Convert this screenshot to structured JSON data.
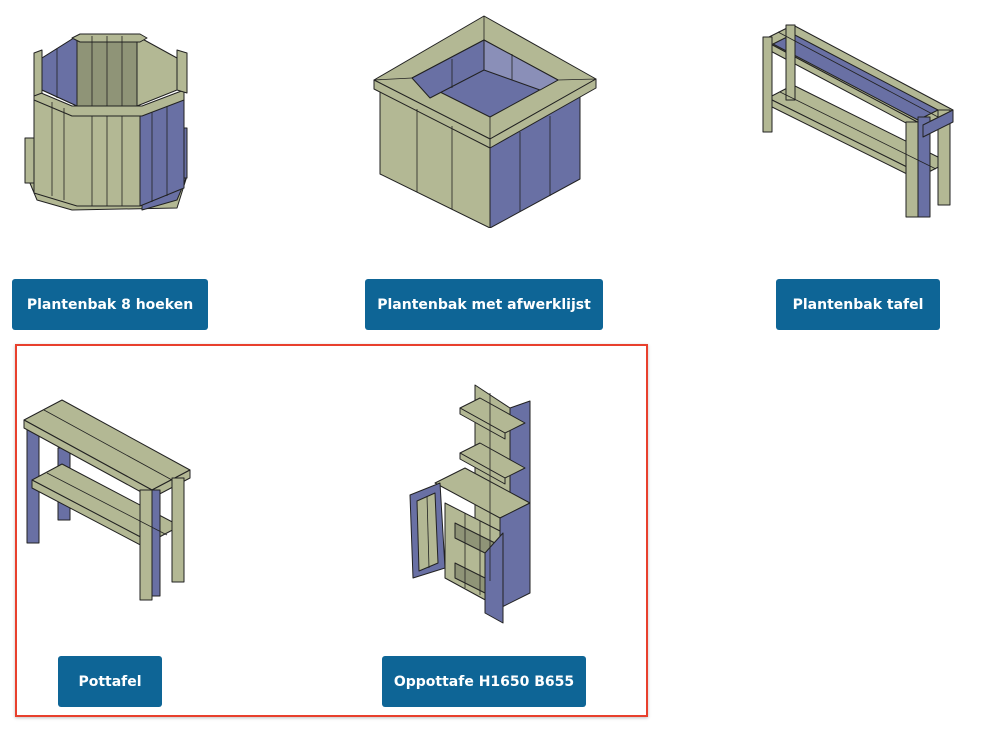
{
  "colors": {
    "wood_light": "#b3b894",
    "wood_blue": "#6970a4",
    "outline": "#222222",
    "button": "#0e6596",
    "button_text": "#ffffff",
    "highlight": "#e8402d"
  },
  "products": [
    {
      "label": "Plantenbak 8 hoeken",
      "icon": "octagonal-planter-illustration"
    },
    {
      "label": "Plantenbak met afwerklijst",
      "icon": "square-planter-illustration"
    },
    {
      "label": "Plantenbak tafel",
      "icon": "planter-table-illustration"
    },
    {
      "label": "Pottafel",
      "icon": "potting-table-illustration"
    },
    {
      "label": "Oppottafe H1650 B655",
      "icon": "potting-cabinet-illustration"
    }
  ]
}
